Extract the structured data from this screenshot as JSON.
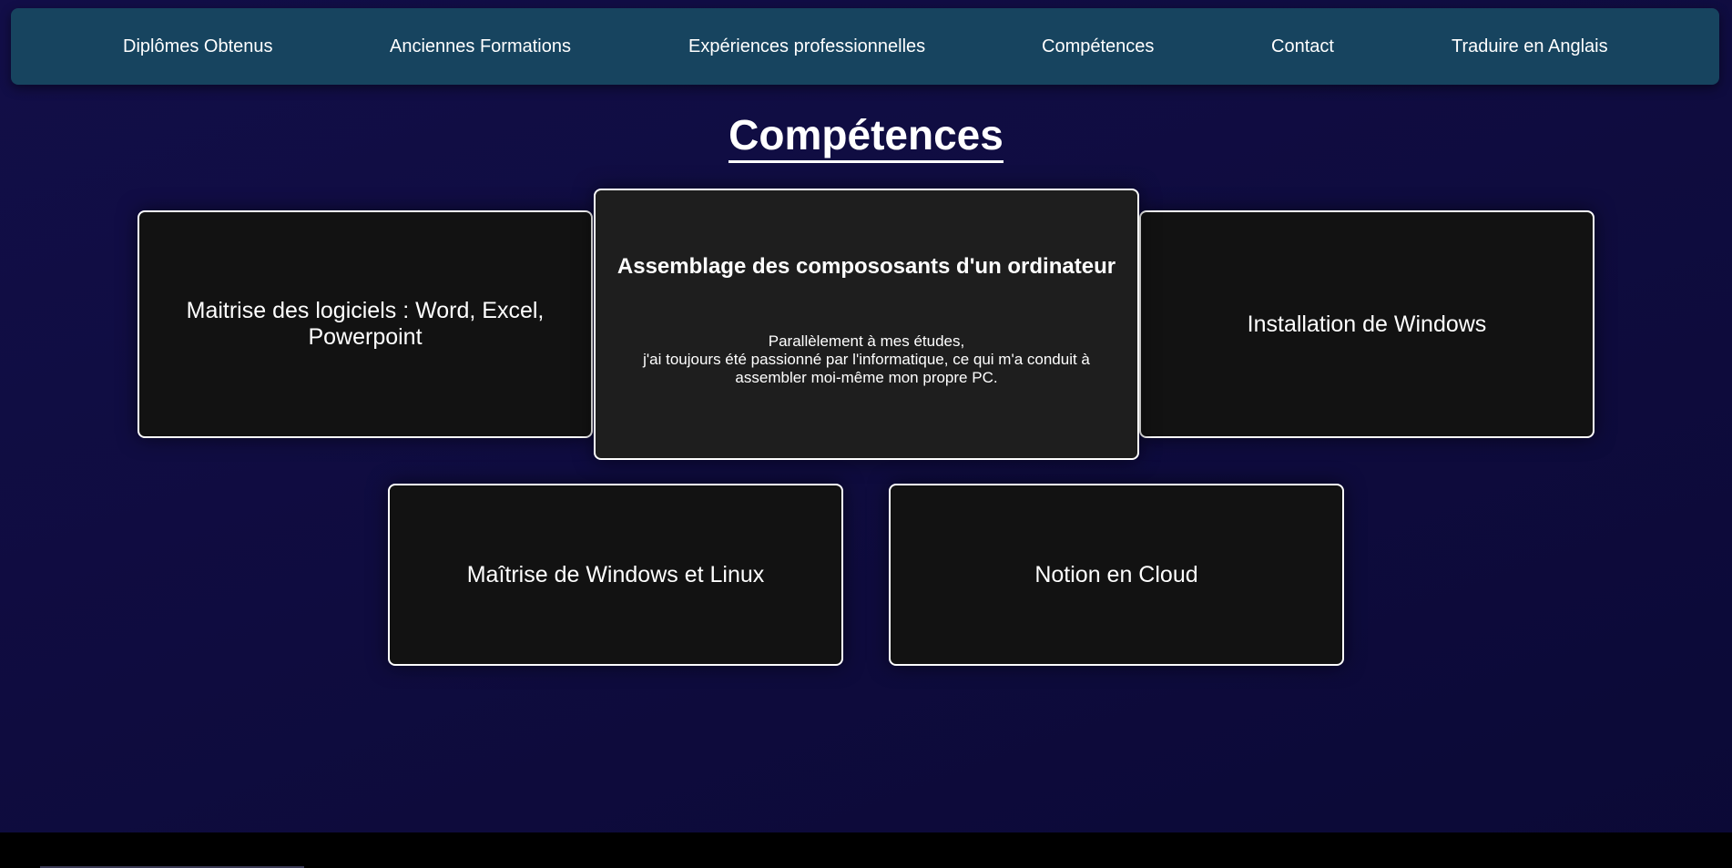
{
  "nav": {
    "items": [
      {
        "label": "Diplômes Obtenus"
      },
      {
        "label": "Anciennes Formations"
      },
      {
        "label": "Expériences professionnelles"
      },
      {
        "label": "Compétences"
      },
      {
        "label": "Contact"
      },
      {
        "label": "Traduire en Anglais"
      }
    ]
  },
  "page": {
    "title": "Compétences"
  },
  "skills": {
    "cards": [
      {
        "title": "Maitrise des logiciels : Word, Excel, Powerpoint"
      },
      {
        "title": "Assemblage des compososants d'un ordinateur",
        "desc_line1": "Parallèlement à mes études,",
        "desc_line2": "j'ai toujours été passionné par l'informatique, ce qui m'a conduit à assembler moi-même mon propre PC."
      },
      {
        "title": "Installation de Windows"
      },
      {
        "title": "Maîtrise de Windows et Linux"
      },
      {
        "title": "Notion en Cloud"
      }
    ]
  },
  "colors": {
    "background": "#0f0c3f",
    "navbar": "#17445f",
    "card": "#121212",
    "card_active": "#1e1e1e",
    "text": "#ffffff"
  }
}
